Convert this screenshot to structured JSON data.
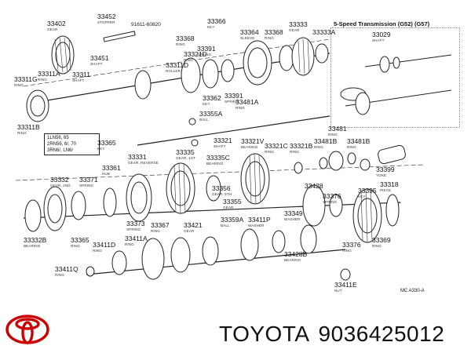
{
  "inset_title": "5-Speed Transmission (G52) (G57)",
  "ref_code": "MC A330-A",
  "top_note": "91611-60820",
  "variant_lines": [
    "1LN56, 65",
    "2RN56, 6/, 70",
    "3RN6/, LN6/"
  ],
  "brand": {
    "name": "TOYOTA",
    "part_number": "9036425012",
    "logo_color": "#cc0000"
  },
  "parts": [
    {
      "num": "33402",
      "desc": "GEAR"
    },
    {
      "num": "33452",
      "desc": "STOPPER"
    },
    {
      "num": "33366",
      "desc": "KEY"
    },
    {
      "num": "33364",
      "desc": "SLEEVE"
    },
    {
      "num": "33368",
      "desc": "RING"
    },
    {
      "num": "33333",
      "desc": "GEAR"
    },
    {
      "num": "33333A",
      "desc": ""
    },
    {
      "num": "33029",
      "desc": "SHAFT"
    },
    {
      "num": "33368",
      "desc": "RING"
    },
    {
      "num": "33451",
      "desc": "SHAFT"
    },
    {
      "num": "33311A",
      "desc": "RING"
    },
    {
      "num": "33311",
      "desc": "SHAFT"
    },
    {
      "num": "33321D",
      "desc": "RING"
    },
    {
      "num": "33391",
      "desc": "SPRING"
    },
    {
      "num": "33311D",
      "desc": "ROLLER"
    },
    {
      "num": "33311G",
      "desc": "RING"
    },
    {
      "num": "33362",
      "desc": "KEY"
    },
    {
      "num": "33391",
      "desc": "SPRING"
    },
    {
      "num": "33481A",
      "desc": "RING"
    },
    {
      "num": "33311B",
      "desc": "RING"
    },
    {
      "num": "33355A",
      "desc": "BALL"
    },
    {
      "num": "33481",
      "desc": "RING"
    },
    {
      "num": "33365",
      "desc": "KEY"
    },
    {
      "num": "33335",
      "desc": "GEAR, 1ST"
    },
    {
      "num": "33321",
      "desc": "SHAFT"
    },
    {
      "num": "33321V",
      "desc": "BEARING"
    },
    {
      "num": "33321C",
      "desc": "RING"
    },
    {
      "num": "33321B",
      "desc": "RING"
    },
    {
      "num": "33481B",
      "desc": "RING"
    },
    {
      "num": "33481B",
      "desc": "RING"
    },
    {
      "num": "33331",
      "desc": "GEAR, REVERSE"
    },
    {
      "num": "33335C",
      "desc": "BEARING"
    },
    {
      "num": "33399",
      "desc": "YOKE"
    },
    {
      "num": "33361",
      "desc": "HUB"
    },
    {
      "num": "33332",
      "desc": "GEAR, 2ND"
    },
    {
      "num": "33371",
      "desc": "SPRING"
    },
    {
      "num": "33356",
      "desc": "GEAR, 5TH"
    },
    {
      "num": "33428",
      "desc": ""
    },
    {
      "num": "33376",
      "desc": "SPRING"
    },
    {
      "num": "33395",
      "desc": "KEY"
    },
    {
      "num": "33318",
      "desc": "PIECE"
    },
    {
      "num": "33355",
      "desc": "GEAR"
    },
    {
      "num": "33359A",
      "desc": "BALL"
    },
    {
      "num": "33411P",
      "desc": "WASHER"
    },
    {
      "num": "33349",
      "desc": "WASHER"
    },
    {
      "num": "33373",
      "desc": "SPRING"
    },
    {
      "num": "33367",
      "desc": "RING"
    },
    {
      "num": "33421",
      "desc": "GEAR"
    },
    {
      "num": "33332B",
      "desc": "BEARING"
    },
    {
      "num": "33365",
      "desc": "RING"
    },
    {
      "num": "33411D",
      "desc": "RING"
    },
    {
      "num": "33411A",
      "desc": "RING"
    },
    {
      "num": "33376",
      "desc": "RING"
    },
    {
      "num": "33369",
      "desc": "RING"
    },
    {
      "num": "33428B",
      "desc": "BEARING"
    },
    {
      "num": "33411Q",
      "desc": "RING"
    },
    {
      "num": "33411E",
      "desc": "NUT"
    }
  ]
}
